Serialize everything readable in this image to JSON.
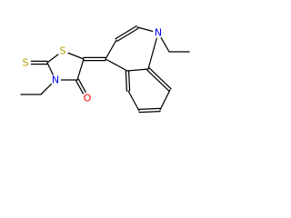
{
  "molecule": {
    "atoms": [
      {
        "id": "N_quinoline",
        "label": "N",
        "color": "#0000ff"
      },
      {
        "id": "S_ring",
        "label": "S",
        "color": "#b8a000"
      },
      {
        "id": "S_thione",
        "label": "S",
        "color": "#b8a000"
      },
      {
        "id": "N_ring",
        "label": "N",
        "color": "#0000ff"
      },
      {
        "id": "O_carbonyl",
        "label": "O",
        "color": "#ff0000"
      }
    ],
    "bond_color": "#000000"
  }
}
